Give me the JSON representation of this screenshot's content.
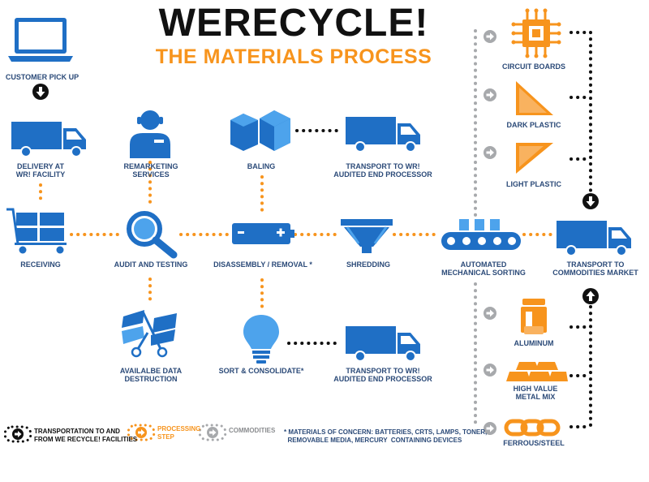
{
  "header": {
    "title": "WERECYCLE!",
    "subtitle": "THE MATERIALS PROCESS"
  },
  "nodes": {
    "customer_pickup": [
      "CUSTOMER PICK UP"
    ],
    "delivery": [
      "DELIVERY AT",
      "WR! FACILITY"
    ],
    "receiving": [
      "RECEIVING"
    ],
    "remarketing": [
      "REMARKETING",
      "SERVICES"
    ],
    "audit": [
      "AUDIT AND TESTING"
    ],
    "data_destruction": [
      "AVAILALBE DATA",
      "DESTRUCTION"
    ],
    "baling": [
      "BALING"
    ],
    "transport_top": [
      "TRANSPORT TO WR!",
      "AUDITED END PROCESSOR"
    ],
    "disassembly": [
      "DISASSEMBLY / REMOVAL *"
    ],
    "sort": [
      "SORT & CONSOLIDATE*"
    ],
    "transport_bottom": [
      "TRANSPORT TO WR!",
      "AUDITED END  PROCESSOR"
    ],
    "shredding": [
      "SHREDDING"
    ],
    "sorting": [
      "AUTOMATED",
      "MECHANICAL SORTING"
    ],
    "transport_market": [
      "TRANSPORT TO",
      "COMMODITIES MARKET"
    ],
    "circuit": [
      "CIRCUIT BOARDS"
    ],
    "dark_plastic": [
      "DARK PLASTIC"
    ],
    "light_plastic": [
      "LIGHT PLASTIC"
    ],
    "aluminum": [
      "ALUMINUM"
    ],
    "metal_mix": [
      "HIGH VALUE",
      "METAL MIX"
    ],
    "ferrous": [
      "FERROUS/STEEL"
    ]
  },
  "legend": {
    "transport": [
      "TRANSPORTATION TO AND",
      "FROM WE RECYCLE! FACILITIES"
    ],
    "processing": [
      "PROCESSING",
      "STEP"
    ],
    "commodities": [
      "COMMODITIES"
    ],
    "note": [
      "* MATERIALS OF CONCERN: BATTERIES, CRTS, LAMPS, TONER,",
      "  REMOVABLE MEDIA, MERCURY  CONTAINING DEVICES"
    ]
  },
  "colors": {
    "blue": "#1f6fc5",
    "light_blue": "#4da3ec",
    "orange": "#f7941d",
    "grey": "#a7a9ac",
    "black": "#111111",
    "label": "#2b4a78"
  },
  "icons": {
    "customer_pickup": "laptop-icon",
    "delivery": "box-truck-icon",
    "receiving": "cart-icon",
    "remarketing": "support-agent-icon",
    "audit": "magnifier-icon",
    "data_destruction": "shredded-drive-icon",
    "baling": "bales-icon",
    "disassembly": "battery-icon",
    "sort": "light-bulb-icon",
    "shredding": "hopper-icon",
    "sorting": "conveyor-icon",
    "circuit": "chip-icon",
    "dark_plastic": "triangle-icon",
    "light_plastic": "triangle-icon",
    "aluminum": "can-icon",
    "metal_mix": "ingots-icon",
    "ferrous": "chain-icon"
  }
}
